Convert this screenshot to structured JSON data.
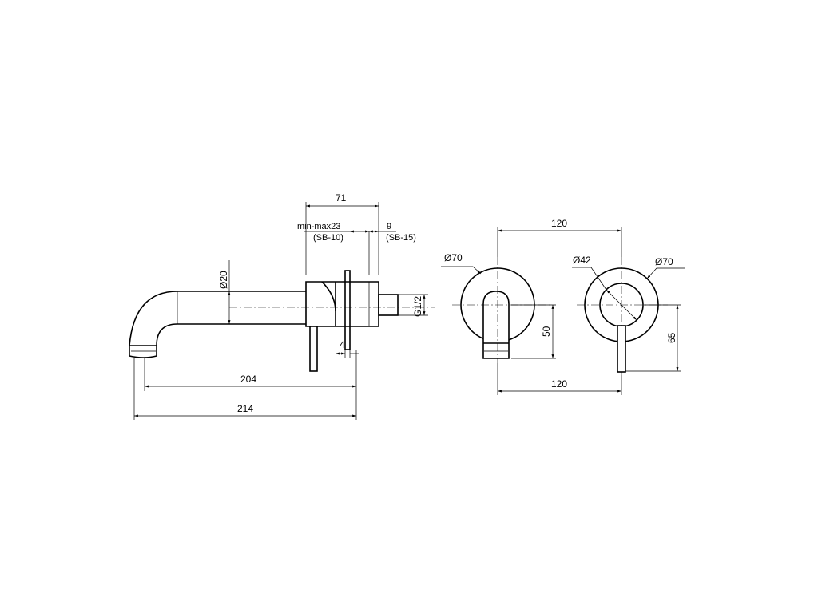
{
  "side_view": {
    "dim_71": "71",
    "dim_minmax": "min-max23",
    "dim_sb10": "(SB-10)",
    "dim_9": "9",
    "dim_sb15": "(SB-15)",
    "dim_d20": "Ø20",
    "dim_g12": "G1/2",
    "dim_4": "4",
    "dim_204": "204",
    "dim_214": "214"
  },
  "front_view_spout": {
    "dim_d70": "Ø70",
    "dim_50": "50",
    "dim_120_top": "120",
    "dim_120_bottom": "120"
  },
  "front_view_mixer": {
    "dim_d42": "Ø42",
    "dim_d70": "Ø70",
    "dim_65": "65"
  }
}
